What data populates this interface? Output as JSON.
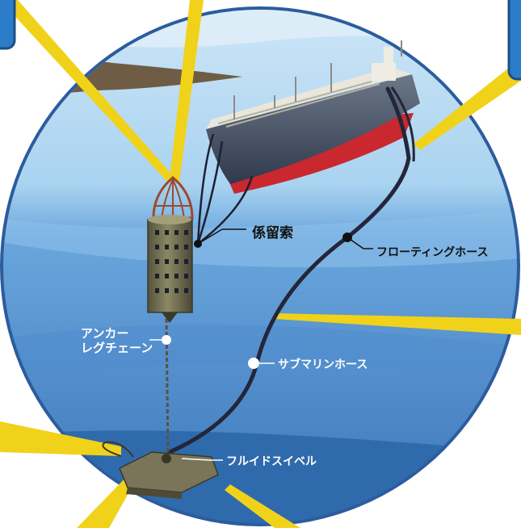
{
  "labels": {
    "mooring_line": "係留索",
    "floating_hose": "フローティングホース",
    "anchor_chain_line1": "アンカー",
    "anchor_chain_line2": "レグチェーン",
    "submarine_hose": "サブマリンホース",
    "fluid_swivel": "フルイドスイベル"
  },
  "colors": {
    "sea_dark": "#3a74b8",
    "sea_light": "#a9d3f0",
    "rim": "#2c5c9e",
    "ray_yellow": "#f1d21a",
    "hull_top": "#3d4a5c",
    "hull_red": "#c8282e",
    "deck": "#e9e6dc",
    "buoy": "#6f6b4f",
    "buoy_cap": "#9a4a2d",
    "hose": "#23263a"
  }
}
